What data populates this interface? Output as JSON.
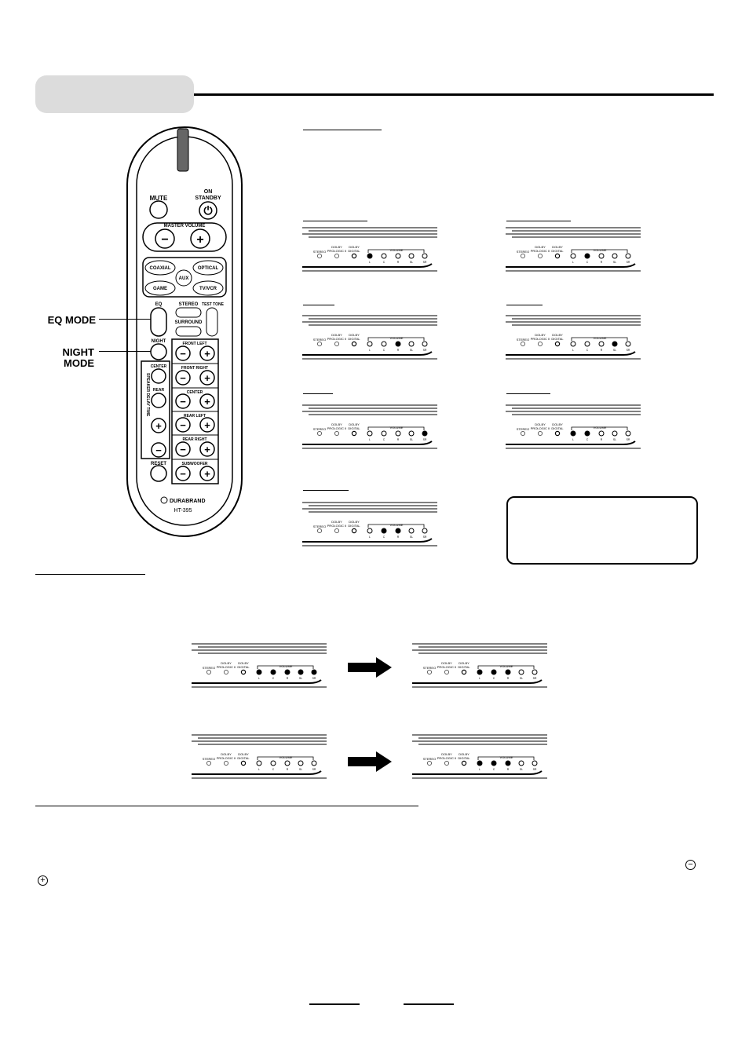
{
  "remote": {
    "mute": "MUTE",
    "on": "ON",
    "standby": "STANDBY",
    "master_volume": "MASTER VOLUME",
    "minus": "−",
    "plus": "+",
    "coaxial": "COAXIAL",
    "optical": "OPTICAL",
    "aux": "AUX",
    "game": "GAME",
    "tvcr": "TV/VCR",
    "eq": "EQ",
    "stereo": "STEREO",
    "test_tone": "TEST TONE",
    "surround": "SURROUND",
    "night": "NIGHT",
    "front_left": "FRONT LEFT",
    "front_right": "FRONT RIGHT",
    "center_ch": "CENTER",
    "rear_left": "REAR LEFT",
    "rear_right": "REAR RIGHT",
    "subwoofer": "SUBWOOFER",
    "center_delay": "CENTER",
    "rear_delay": "REAR",
    "speaker_delay_time": "SPEAKER DELAY TIME",
    "reset": "RESET",
    "brand": "DURABRAND",
    "model": "HT-395"
  },
  "callouts": {
    "eq_mode": "EQ MODE",
    "night_line1": "NIGHT",
    "night_line2": "MODE"
  },
  "panel_labels": {
    "stereo": "STEREO",
    "prologic": [
      "DOLBY",
      "PROLOGIC II"
    ],
    "digital": [
      "DOLBY",
      "DIGITAL"
    ],
    "volume": "VOLUME",
    "leds": [
      "L",
      "C",
      "R",
      "SL",
      "SR"
    ]
  },
  "panels": [
    {
      "id": "eq1",
      "filled": [
        true,
        false,
        false,
        false,
        false,
        false
      ]
    },
    {
      "id": "eq2",
      "filled": [
        false,
        true,
        false,
        false,
        false,
        false
      ]
    },
    {
      "id": "eq3",
      "filled": [
        false,
        false,
        true,
        false,
        false,
        false
      ]
    },
    {
      "id": "eq4",
      "filled": [
        false,
        false,
        false,
        true,
        false,
        false
      ]
    },
    {
      "id": "eq5",
      "filled": [
        false,
        false,
        false,
        false,
        true,
        false
      ]
    },
    {
      "id": "eq6",
      "filled": [
        true,
        true,
        false,
        false,
        false,
        false
      ]
    },
    {
      "id": "eq7",
      "filled": [
        false,
        true,
        true,
        false,
        false,
        false
      ]
    },
    {
      "id": "night_on_before",
      "filled": [
        true,
        true,
        true,
        true,
        true,
        false
      ]
    },
    {
      "id": "night_on_after",
      "filled": [
        true,
        true,
        true,
        false,
        false,
        false
      ]
    },
    {
      "id": "night_off_before",
      "filled": [
        false,
        false,
        false,
        false,
        false,
        false
      ]
    },
    {
      "id": "night_off_after",
      "filled": [
        true,
        true,
        true,
        false,
        false,
        false
      ]
    }
  ],
  "symbols": {
    "minus": "−",
    "plus": "+"
  }
}
